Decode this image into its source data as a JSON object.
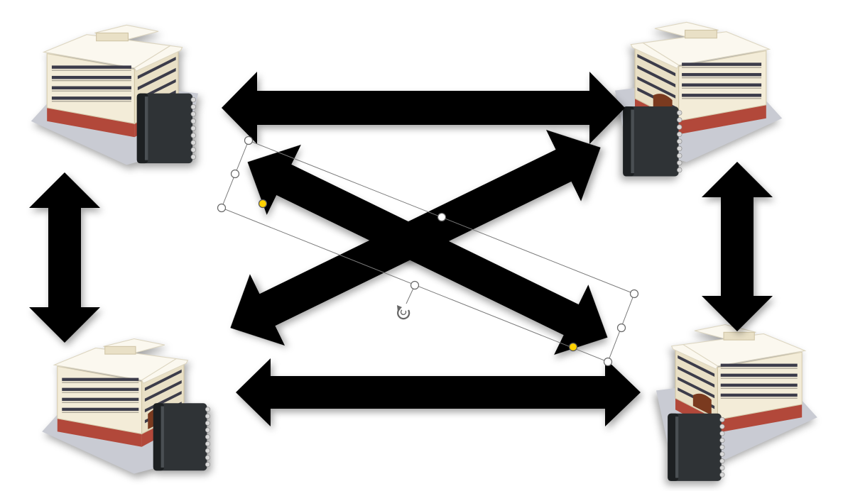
{
  "slide": {
    "background": "#ffffff"
  },
  "colors": {
    "arrow_fill": "#000000",
    "selection_outline": "#7a7a7a",
    "handle_fill": "#ffffff",
    "adjust_handle_fill": "#ffd200",
    "building_wall": "#f3ecd8",
    "building_roof": "#fbf8ef",
    "building_base": "#b2483a",
    "building_door": "#7a3a1f",
    "building_window": "#3c3c4a",
    "ground": "#c9cbd3",
    "notebook_cover": "#2f3336",
    "notebook_spine": "#1d2022",
    "notebook_rings": "#d9d9d9"
  },
  "pictures": [
    {
      "id": "top-left",
      "icon": "building-with-notebook-icon"
    },
    {
      "id": "top-right",
      "icon": "building-with-notebook-icon"
    },
    {
      "id": "bottom-left",
      "icon": "building-with-notebook-icon"
    },
    {
      "id": "bottom-right",
      "icon": "building-with-notebook-icon"
    }
  ],
  "shapes": [
    {
      "id": "arrow-top",
      "type": "left-right-arrow",
      "selected": false
    },
    {
      "id": "arrow-bottom",
      "type": "left-right-arrow",
      "selected": false
    },
    {
      "id": "arrow-left",
      "type": "up-down-arrow",
      "selected": false
    },
    {
      "id": "arrow-right",
      "type": "up-down-arrow",
      "selected": false
    },
    {
      "id": "arrow-diagonal-rising",
      "type": "left-right-arrow",
      "selected": false
    },
    {
      "id": "arrow-diagonal-falling",
      "type": "left-right-arrow",
      "selected": true
    }
  ],
  "selection": {
    "target": "arrow-diagonal-falling",
    "resize_handles": 8,
    "adjustment_handles": 2,
    "rotation_icon": "rotate-handle-icon"
  }
}
